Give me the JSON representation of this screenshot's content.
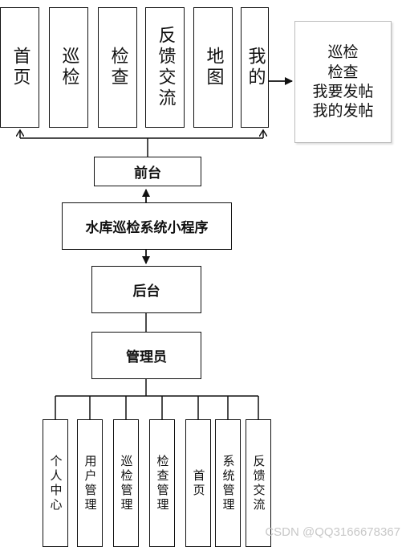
{
  "top_modules": [
    "首页",
    "巡检",
    "检查",
    "反馈交流",
    "地图",
    "我的"
  ],
  "side_panel": {
    "items": [
      "巡检",
      "检查",
      "我要发帖",
      "我的发帖"
    ]
  },
  "nodes": {
    "frontend": "前台",
    "system": "水库巡检系统小程序",
    "backend": "后台",
    "admin": "管理员"
  },
  "admin_modules": [
    "个人中心",
    "用户管理",
    "巡检管理",
    "检查管理",
    "首页",
    "系统管理",
    "反馈交流"
  ],
  "watermark": "CSDN @QQ3166678367"
}
